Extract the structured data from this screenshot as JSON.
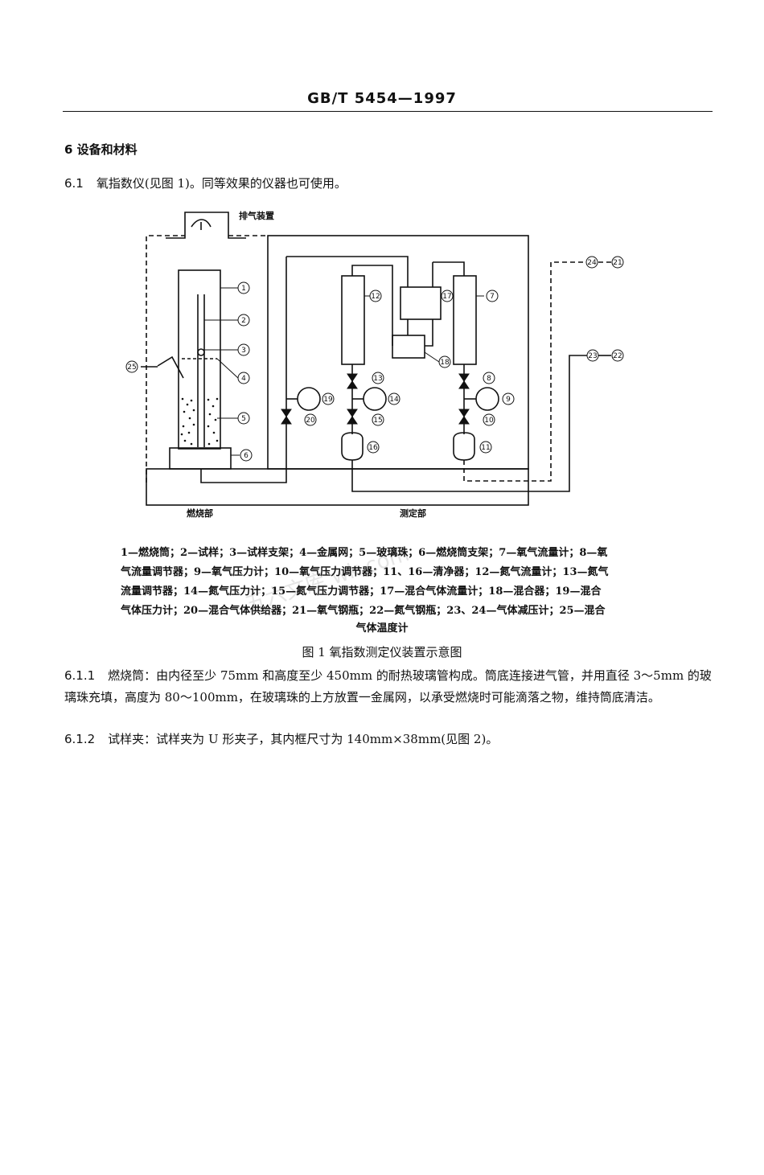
{
  "header": {
    "title": "GB/T 5454—1997"
  },
  "section6": {
    "heading": "6  设备和材料"
  },
  "para61": {
    "number": "6.1",
    "text": "氧指数仪(见图 1)。同等效果的仪器也可使用。"
  },
  "figure": {
    "labels": {
      "exhaust": "排气装置",
      "combustion_part": "燃烧部",
      "measurement_part": "测定部"
    },
    "callouts": [
      "1",
      "2",
      "3",
      "4",
      "5",
      "6",
      "7",
      "8",
      "9",
      "10",
      "11",
      "12",
      "13",
      "14",
      "15",
      "16",
      "17",
      "18",
      "19",
      "20",
      "21",
      "22",
      "23",
      "24",
      "25"
    ],
    "legend_lines": [
      "1—燃烧筒；2—试样；3—试样支架；4—金属网；5—玻璃珠；6—燃烧筒支架；7—氧气流量计；8—氧",
      "气流量调节器；9—氧气压力计；10—氧气压力调节器；11、16—清净器；12—氮气流量计；13—氮气",
      "流量调节器；14—氮气压力计；15—氮气压力调节器；17—混合气体流量计；18—混合器；19—混合",
      "气体压力计；20—混合气体供给器；21—氧气钢瓶；22—氮气钢瓶；23、24—气体减压计；25—混合"
    ],
    "legend_last": "气体温度计",
    "caption": "图 1   氧指数测定仪装置示意图"
  },
  "para611": {
    "number": "6.1.1",
    "text": "燃烧筒：由内径至少 75mm 和高度至少 450mm 的耐热玻璃管构成。筒底连接进气管，并用直径 3～5mm 的玻璃珠充填，高度为 80～100mm，在玻璃珠的上方放置一金属网，以承受燃烧时可能滴落之物，维持筒底清洁。"
  },
  "para612": {
    "number": "6.1.2",
    "text": "试样夹：试样夹为 U 形夹子，其内框尺寸为 140mm×38mm(见图 2)。"
  },
  "watermark": {
    "text": "五六文库 wk.com"
  }
}
